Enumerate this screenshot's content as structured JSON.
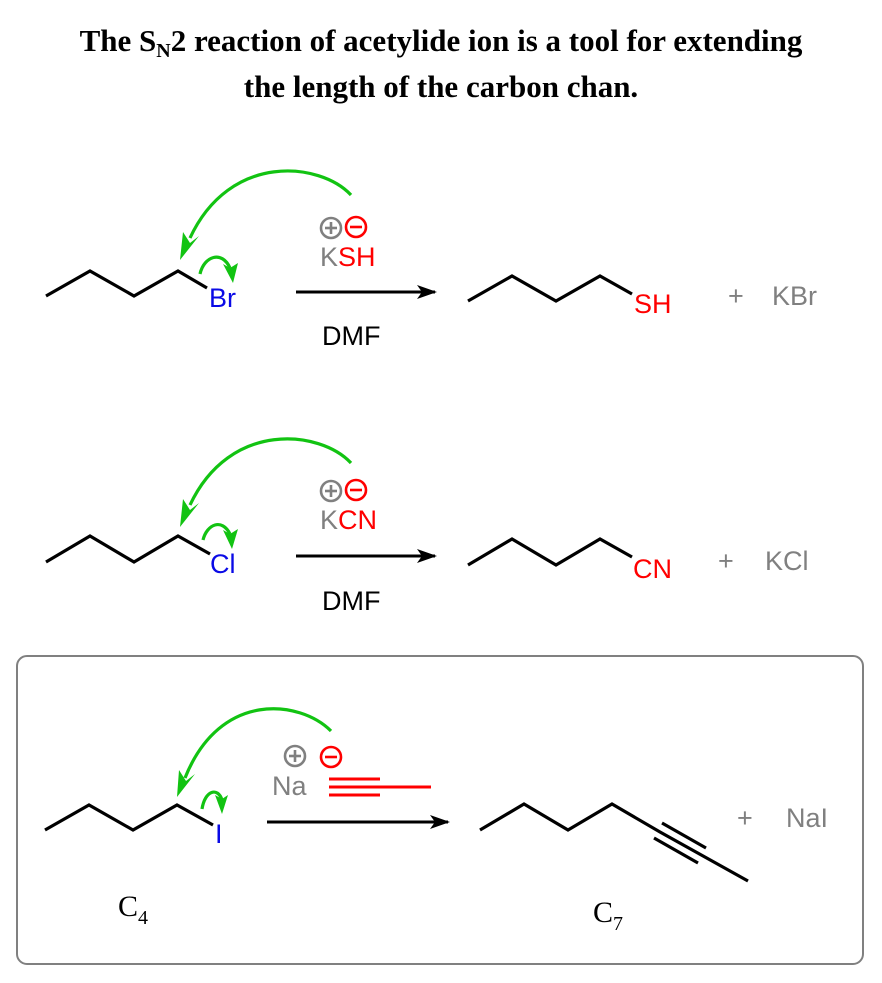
{
  "title": {
    "line1_prefix": "The S",
    "line1_subscript": "N",
    "line1_suffix": "2 reaction of acetylide ion is a tool for extending",
    "line2": "the length of the carbon chan."
  },
  "colors": {
    "bond": "#000000",
    "arrow_green": "#12c312",
    "leaving_group_blue": "#0a0ae6",
    "nucleophile_red": "#ff0000",
    "counterion_gray": "#808080",
    "box_border": "#808080"
  },
  "reactions": [
    {
      "leaving_group": "Br",
      "reagent_cation": "K",
      "reagent_anion": "SH",
      "solvent": "DMF",
      "product_group": "SH",
      "plus": "+",
      "byproduct": "KBr"
    },
    {
      "leaving_group": "Cl",
      "reagent_cation": "K",
      "reagent_anion": "CN",
      "solvent": "DMF",
      "product_group": "CN",
      "plus": "+",
      "byproduct": "KCl"
    },
    {
      "leaving_group": "I",
      "reagent_cation": "Na",
      "plus": "+",
      "byproduct": "NaI",
      "reactant_label_main": "C",
      "reactant_label_sub": "4",
      "product_label_main": "C",
      "product_label_sub": "7"
    }
  ],
  "charges": {
    "plus": "+",
    "minus": "−"
  }
}
